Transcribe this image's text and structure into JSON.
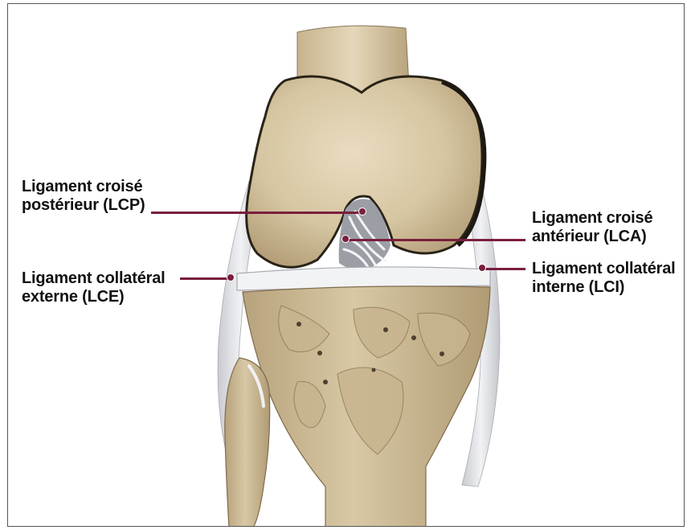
{
  "labels": {
    "lcp": {
      "line1": "Ligament croisé",
      "line2": "postérieur (LCP)"
    },
    "lce": {
      "line1": "Ligament collatéral",
      "line2": "externe (LCE)"
    },
    "lca": {
      "line1": "Ligament croisé",
      "line2": "antérieur (LCA)"
    },
    "lci": {
      "line1": "Ligament collatéral",
      "line2": "interne (LCI)"
    }
  },
  "colors": {
    "leader": "#7a1f3d",
    "bone": "#dccdab",
    "bone_shadow": "#b59f78",
    "ligament": "#e6e7ea"
  }
}
